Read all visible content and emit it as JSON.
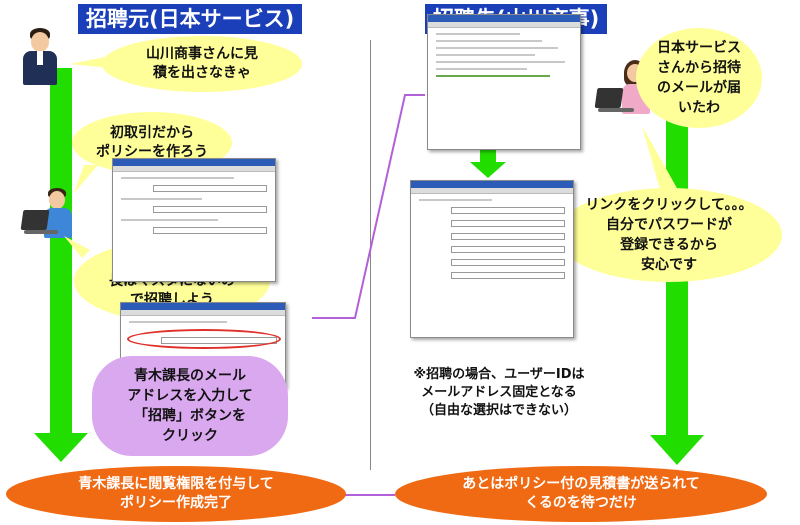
{
  "left_title": "招聘元(日本サービス)",
  "right_title": "招聘先(山川商事)",
  "bubbles": {
    "quote": "山川商事さんに見\n積を出さなきゃ",
    "policy": "初取引だから\nポリシーを作ろう",
    "invite": "山川商事の青木課\n長はマスタにないの\nで招聘しよう",
    "received": "日本サービス\nさんから招待\nのメールが届\nいたわ",
    "register": "リンクをクリックして。。。\n自分でパスワードが\n登録できるから\n安心です"
  },
  "cloud": "青木課長のメール\nアドレスを入力して\n「招聘」ボタンを\nクリック",
  "note": "※招聘の場合、ユーザーIDは\nメールアドレス固定となる\n（自由な選択はできない）",
  "bottom_left": "青木課長に閲覧権限を付与して\nポリシー作成完了",
  "bottom_right": "あとはポリシー付の見積書が送られて\nくるのを待つだけ",
  "colors": {
    "title_bg": "#1a3fb8",
    "arrow_green": "#22dd00",
    "bubble_yellow": "#ffff99",
    "cloud_purple": "#d9a8ef",
    "oval_orange": "#f06a14",
    "connector_purple": "#b260d8"
  },
  "icons": [
    "businessman-icon",
    "laptop-user-icon",
    "woman-laptop-icon"
  ]
}
